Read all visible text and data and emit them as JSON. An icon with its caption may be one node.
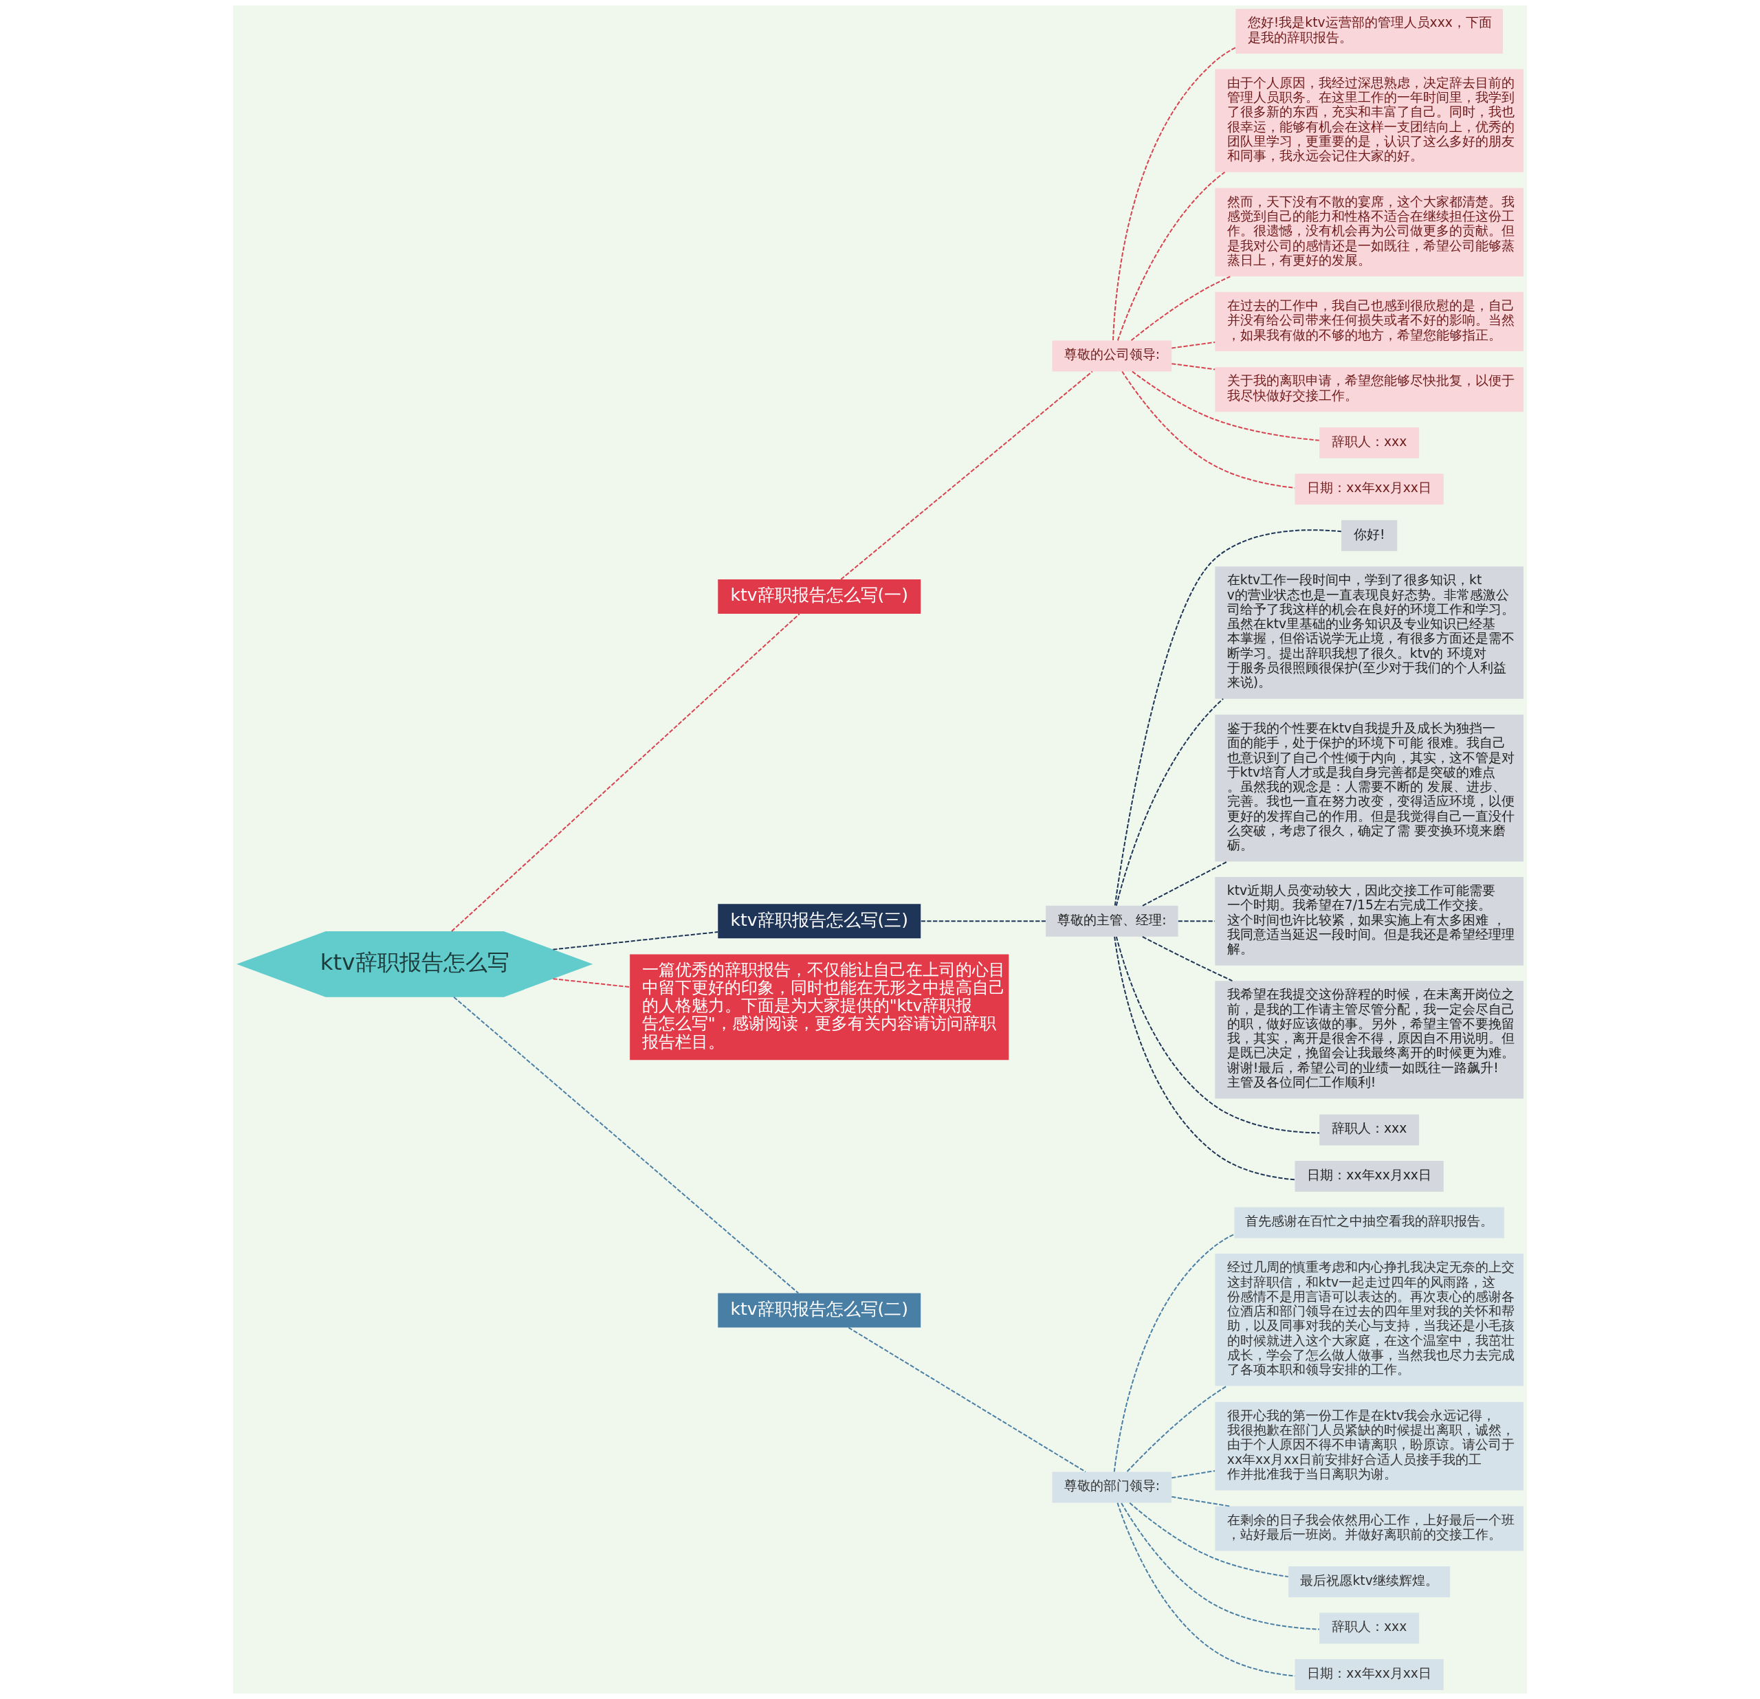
{
  "diagram": {
    "nodes": [
      {
        "text": [
          "ktv辞职报告怎么写"
        ]
      },
      {
        "text": [
          "ktv辞职报告怎么写(一)"
        ]
      },
      {
        "text": [
          "尊敬的公司领导:"
        ]
      },
      {
        "text": [
          "您好!我是ktv运营部的管理人员xxx，下面是我的辞职报告。"
        ]
      },
      {
        "text": [
          "由于个人原因，我经过深思熟虑，决定辞去目前的管理人员职务。在这里工作的一年时间里，我学到了很多新的东西，充实和丰富了自己。同时，我也很幸运，能够有机会在这样一支团结向上，优秀的团队里学习，更重要的是，认识了这么多好的朋友和同事，我永远会记住大家的好。"
        ]
      },
      {
        "text": [
          "然而，天下没有不散的宴席，这个大家都清楚。我感觉到自己的能力和性格不适合在继续担任这份工作。很遗憾，没有机会再为公司做更多的贡献。但是我对公司的感情还是一如既往，希望公司能够蒸蒸日上，有更好的发展。"
        ]
      },
      {
        "text": [
          "在过去的工作中，我自己也感到很欣慰的是，自己并没有给公司带来任何损失或者不好的影响。当然，如果我有做的不够的地方，希望您能够指正。"
        ]
      },
      {
        "text": [
          "关于我的离职申请，希望您能够尽快批复，以便于我尽快做好交接工作。"
        ]
      },
      {
        "text": [
          "辞职人：xxx"
        ]
      },
      {
        "text": [
          "日期：xx年xx月xx日"
        ]
      },
      {
        "text": [
          "ktv辞职报告怎么写(三)"
        ]
      },
      {
        "text": [
          "尊敬的主管、经理:"
        ]
      },
      {
        "text": [
          "你好!"
        ]
      },
      {
        "text": [
          "在ktv工作一段时间中，学到了很多知识，ktv的营业状态也是一直表现良好态势。非常感激公司给予了我这样的机会在良好的环境工作和学习。虽然在ktv里基础的业务知识及专业知识已经基本掌握，但俗话说学无止境，有很多方面还是需不断学习。提出辞职我想了很久。ktv的 环境对于服务员很照顾很保护(至少对于我们的个人利益来说)。"
        ]
      },
      {
        "text": [
          "鉴于我的个性要在ktv自我提升及成长为独挡一面的能手，处于保护的环境下可能 很难。我自己也意识到了自己个性倾于内向，其实，这不管是对于ktv培育人才或是我自身完善都是突破的难点。虽然我的观念是：人需要不断的 发展、进步、完善。我也一直在努力改变，变得适应环境，以便更好的发挥自己的作用。但是我觉得自己一直没什么突破，考虑了很久，确定了需 要变换环境来磨砺。"
        ]
      },
      {
        "text": [
          "ktv近期人员变动较大，因此交接工作可能需要一个时期。我希望在7/15左右完成工作交接。这个时间也许比较紧，如果实施上有太多困难 ，我同意适当延迟一段时间。但是我还是希望经理理解。"
        ]
      },
      {
        "text": [
          "我希望在我提交这份辞程的时候，在未离开岗位之前，是我的工作请主管尽管分配，我一定会尽自己的职，做好应该做的事。另外，希望主管不要挽留我，其实，离开是很舍不得，原因自不用说明。但是既已决定，挽留会让我最终离开的时候更为难。谢谢!最后，希望公司的业绩一如既往一路飙升!主管及各位同仁工作顺利!"
        ]
      },
      {
        "text": [
          "辞职人：xxx"
        ]
      },
      {
        "text": [
          "日期：xx年xx月xx日"
        ]
      },
      {
        "text": [
          "一篇优秀的辞职报告，不仅能让自己在上司的心目中留下更好的印象，同时也能在无形之中提高自己的人格魅力。下面是为大家提供的\"ktv辞职报告怎么写\"，感谢阅读，更多有关内容请访问辞职报告栏目。"
        ]
      },
      {
        "text": [
          "ktv辞职报告怎么写(二)"
        ]
      },
      {
        "text": [
          "尊敬的部门领导:"
        ]
      },
      {
        "text": [
          "首先感谢在百忙之中抽空看我的辞职报告。"
        ]
      },
      {
        "text": [
          "经过几周的慎重考虑和内心挣扎我决定无奈的上交这封辞职信，和ktv一起走过四年的风雨路，这份感情不是用言语可以表达的。再次衷心的感谢各位酒店和部门领导在过去的四年里对我的关怀和帮助，以及同事对我的关心与支持，当我还是小毛孩的时候就进入这个大家庭，在这个温室中，我茁壮成长，学会了怎么做人做事，当然我也尽力去完成了各项本职和领导安排的工作。"
        ]
      },
      {
        "text": [
          "很开心我的第一份工作是在ktv我会永远记得，我很抱歉在部门人员紧缺的时候提出离职，诚然，由于个人原因不得不申请离职，盼原谅。请公司于xx年xx月xx日前安排好合适人员接手我的工作并批准我于当日离职为谢。"
        ]
      },
      {
        "text": [
          "在剩余的日子我会依然用心工作，上好最后一个班，站好最后一班岗。并做好离职前的交接工作。"
        ]
      },
      {
        "text": [
          "最后祝愿ktv继续辉煌。"
        ]
      },
      {
        "text": [
          "辞职人：xxx"
        ]
      },
      {
        "text": [
          "日期：xx年xx月xx日"
        ]
      }
    ],
    "edges": [
      {
        "from": 0,
        "to": 1,
        "arrow": "none",
        "style": "dashed",
        "color": "#d9434f"
      },
      {
        "from": 1,
        "to": 2,
        "arrow": "none",
        "style": "dashed",
        "color": "#d9434f"
      },
      {
        "from": 2,
        "to": 3,
        "arrow": "none",
        "style": "dashed",
        "color": "#d9434f"
      },
      {
        "from": 2,
        "to": 4,
        "arrow": "none",
        "style": "dashed",
        "color": "#d9434f"
      },
      {
        "from": 2,
        "to": 5,
        "arrow": "none",
        "style": "dashed",
        "color": "#d9434f"
      },
      {
        "from": 2,
        "to": 6,
        "arrow": "none",
        "style": "dashed",
        "color": "#d9434f"
      },
      {
        "from": 2,
        "to": 7,
        "arrow": "none",
        "style": "dashed",
        "color": "#d9434f"
      },
      {
        "from": 2,
        "to": 8,
        "arrow": "none",
        "style": "dashed",
        "color": "#d9434f"
      },
      {
        "from": 2,
        "to": 9,
        "arrow": "none",
        "style": "dashed",
        "color": "#d9434f"
      },
      {
        "from": 0,
        "to": 10,
        "arrow": "none",
        "style": "dashed",
        "color": "#1e3557"
      },
      {
        "from": 10,
        "to": 11,
        "arrow": "none",
        "style": "dashed",
        "color": "#1e3557"
      },
      {
        "from": 11,
        "to": 12,
        "arrow": "none",
        "style": "dashed",
        "color": "#1e3557"
      },
      {
        "from": 11,
        "to": 13,
        "arrow": "none",
        "style": "dashed",
        "color": "#1e3557"
      },
      {
        "from": 11,
        "to": 14,
        "arrow": "none",
        "style": "dashed",
        "color": "#1e3557"
      },
      {
        "from": 11,
        "to": 15,
        "arrow": "none",
        "style": "dashed",
        "color": "#1e3557"
      },
      {
        "from": 11,
        "to": 16,
        "arrow": "none",
        "style": "dashed",
        "color": "#1e3557"
      },
      {
        "from": 11,
        "to": 17,
        "arrow": "none",
        "style": "dashed",
        "color": "#1e3557"
      },
      {
        "from": 11,
        "to": 18,
        "arrow": "none",
        "style": "dashed",
        "color": "#1e3557"
      },
      {
        "from": 0,
        "to": 19,
        "arrow": "none",
        "style": "dashed",
        "color": "#d9434f"
      },
      {
        "from": 0,
        "to": 20,
        "arrow": "none",
        "style": "dashed",
        "color": "#4a7fa5"
      },
      {
        "from": 20,
        "to": 21,
        "arrow": "none",
        "style": "dashed",
        "color": "#4a7fa5"
      },
      {
        "from": 21,
        "to": 22,
        "arrow": "none",
        "style": "dashed",
        "color": "#4a7fa5"
      },
      {
        "from": 21,
        "to": 23,
        "arrow": "none",
        "style": "dashed",
        "color": "#4a7fa5"
      },
      {
        "from": 21,
        "to": 24,
        "arrow": "none",
        "style": "dashed",
        "color": "#4a7fa5"
      },
      {
        "from": 21,
        "to": 25,
        "arrow": "none",
        "style": "dashed",
        "color": "#4a7fa5"
      },
      {
        "from": 21,
        "to": 26,
        "arrow": "none",
        "style": "dashed",
        "color": "#4a7fa5"
      },
      {
        "from": 21,
        "to": 27,
        "arrow": "none",
        "style": "dashed",
        "color": "#4a7fa5"
      },
      {
        "from": 21,
        "to": 28,
        "arrow": "none",
        "style": "dashed",
        "color": "#4a7fa5"
      }
    ]
  }
}
